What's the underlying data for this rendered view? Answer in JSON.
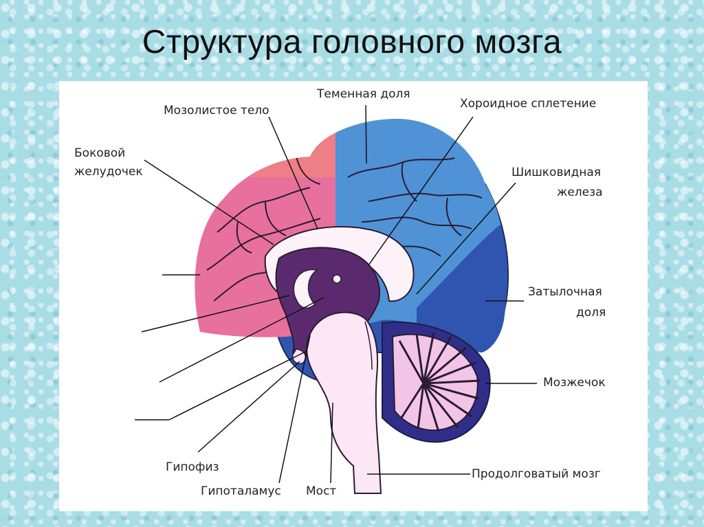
{
  "slide": {
    "title": "Структура головного мозга"
  },
  "labels": {
    "parietal_lobe": "Теменная доля",
    "corpus_callosum": "Мозолистое тело",
    "choroid_plexus": "Хороидное сплетение",
    "lateral_ventricle_1": "Боковой",
    "lateral_ventricle_2": "желудочек",
    "pineal_1": "Шишковидная",
    "pineal_2": "железа",
    "occipital_1": "Затылочная",
    "occipital_2": "доля",
    "cerebellum": "Мозжечок",
    "pituitary": "Гипофиз",
    "hypothalamus": "Гипоталамус",
    "pons": "Мост",
    "medulla": "Продолговатый мозг"
  },
  "colors": {
    "frontal_pink": "#e8709c",
    "frontal_top": "#ee7f87",
    "parietal_blue": "#4f92d6",
    "occipital_navy": "#2f55b0",
    "diencephalon_purple": "#5b2a6e",
    "cerebellum_pink": "#f2c4e6",
    "stem_light": "#fde6f5"
  }
}
